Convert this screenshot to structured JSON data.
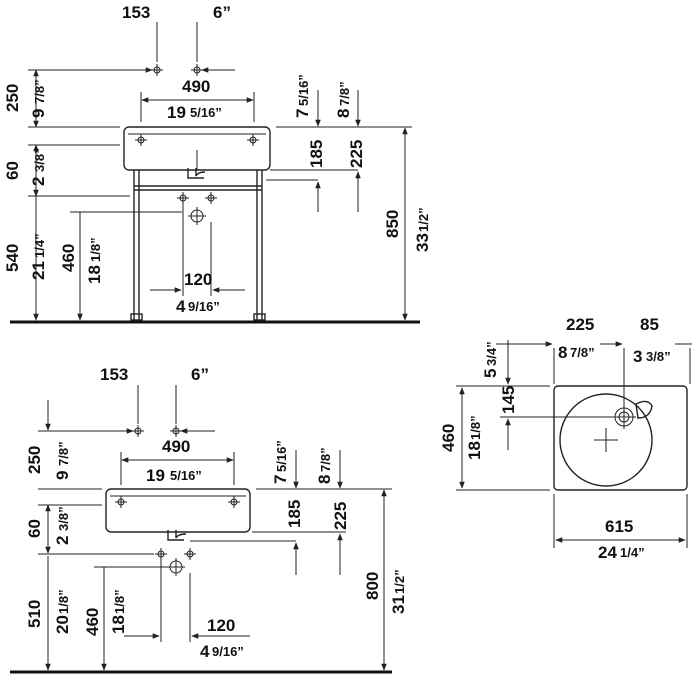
{
  "top_view": {
    "dim_153": "153",
    "dim_6in": "6”",
    "dim_490": "490",
    "dim_19": "19",
    "dim_19_frac": "5/16”",
    "dim_250": "250",
    "dim_9": "9",
    "dim_9_frac": "7/8”",
    "dim_7": "7",
    "dim_7_frac": "5/16”",
    "dim_8": "8",
    "dim_8_frac": "7/8”",
    "dim_185": "185",
    "dim_225": "225",
    "dim_60": "60",
    "dim_2": "2",
    "dim_2_frac": "3/8”",
    "dim_850": "850",
    "dim_33": "33",
    "dim_33_frac": "1/2”",
    "dim_540": "540",
    "dim_21": "21",
    "dim_21_frac": "1/4”",
    "dim_460": "460",
    "dim_18": "18",
    "dim_18_frac": "1/8”",
    "dim_120": "120",
    "dim_4": "4",
    "dim_4_frac": "9/16”"
  },
  "bottom_view": {
    "dim_153": "153",
    "dim_6in": "6”",
    "dim_490": "490",
    "dim_19": "19",
    "dim_19_frac": "5/16”",
    "dim_250": "250",
    "dim_9": "9",
    "dim_9_frac": "7/8”",
    "dim_7": "7",
    "dim_7_frac": "5/16”",
    "dim_8": "8",
    "dim_8_frac": "7/8”",
    "dim_185": "185",
    "dim_225": "225",
    "dim_60": "60",
    "dim_2": "2",
    "dim_2_frac": "3/8”",
    "dim_800": "800",
    "dim_31": "31",
    "dim_31_frac": "1/2”",
    "dim_510": "510",
    "dim_20": "20",
    "dim_20_frac": "1/8”",
    "dim_460": "460",
    "dim_18": "18",
    "dim_18_frac": "1/8”",
    "dim_120": "120",
    "dim_4": "4",
    "dim_4_frac": "9/16”"
  },
  "plan_view": {
    "dim_225": "225",
    "dim_85": "85",
    "dim_8": "8",
    "dim_8_frac": "7/8”",
    "dim_3": "3",
    "dim_3_frac": "3/8”",
    "dim_5": "5",
    "dim_5_frac": "3/4”",
    "dim_145": "145",
    "dim_460": "460",
    "dim_18": "18",
    "dim_18_frac": "1/8”",
    "dim_615": "615",
    "dim_24": "24",
    "dim_24_frac": "1/4”"
  }
}
